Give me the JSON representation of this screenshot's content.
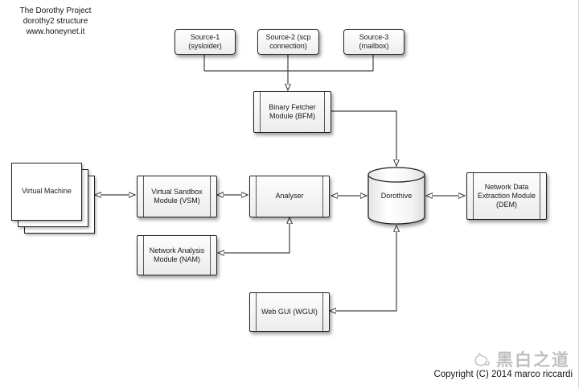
{
  "title": {
    "lines": [
      "The Dorothy Project",
      "dorothy2 structure",
      "www.honeynet.it"
    ]
  },
  "nodes": {
    "source1": "Source-1 (sysloider)",
    "source2": "Source-2 (scp connection)",
    "source3": "Source-3 (mailbox)",
    "bfm": "Binary Fetcher Module (BFM)",
    "vm": "Virtual Machine",
    "vsm": "Virtual Sandbox Module (VSM)",
    "analyser": "Analyser",
    "dorothive": "Dorothive",
    "dem": "Network Data Extraction Module (DEM)",
    "nam": "Network Analysis Module (NAM)",
    "wgui": "Web GUI (WGUI)"
  },
  "edges": [
    {
      "from": "source1",
      "to": "bfm",
      "type": "directed"
    },
    {
      "from": "source2",
      "to": "bfm",
      "type": "directed"
    },
    {
      "from": "source3",
      "to": "bfm",
      "type": "directed"
    },
    {
      "from": "bfm",
      "to": "dorothive",
      "type": "directed"
    },
    {
      "from": "vm",
      "to": "vsm",
      "type": "bidirectional"
    },
    {
      "from": "vsm",
      "to": "analyser",
      "type": "bidirectional"
    },
    {
      "from": "analyser",
      "to": "dorothive",
      "type": "bidirectional"
    },
    {
      "from": "dorothive",
      "to": "dem",
      "type": "bidirectional"
    },
    {
      "from": "analyser",
      "to": "nam",
      "type": "bidirectional"
    },
    {
      "from": "dorothive",
      "to": "wgui",
      "type": "bidirectional"
    }
  ],
  "footer": {
    "brand": "黑白之道",
    "copyright": "Copyright (C) 2014 marco riccardi"
  }
}
